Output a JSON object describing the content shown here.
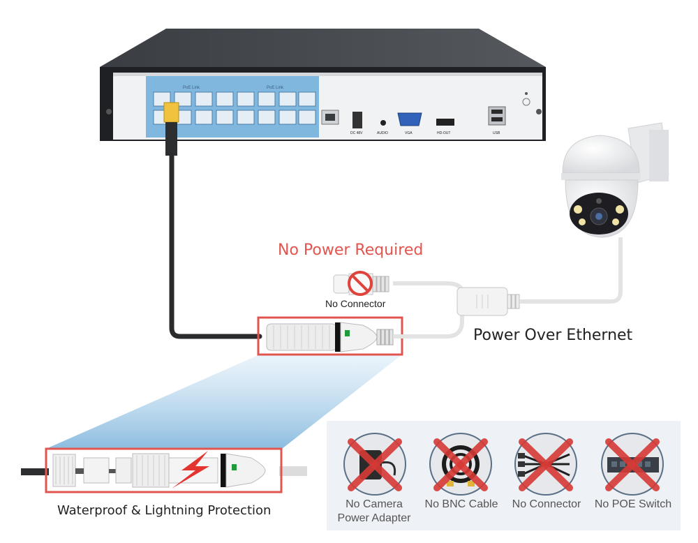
{
  "labels": {
    "no_power_required": "No Power Required",
    "no_connector_top": "No Connector",
    "power_over_ethernet": "Power Over Ethernet",
    "waterproof": "Waterproof & Lightning Protection"
  },
  "nvr_ports": {
    "poe_link_1": "PoE Link",
    "poe_link_2": "PoE Link",
    "dc": "DC 48V",
    "audio": "AUDIO",
    "vga": "VGA",
    "hdout": "HD-OUT",
    "usb": "USB"
  },
  "panel": {
    "items": [
      {
        "line1": "No Camera",
        "line2": "Power Adapter",
        "icon": "power-adapter-icon"
      },
      {
        "line1": "No BNC Cable",
        "line2": "",
        "icon": "bnc-cable-icon"
      },
      {
        "line1": "No Connector",
        "line2": "",
        "icon": "splitter-connector-icon"
      },
      {
        "line1": "No POE Switch",
        "line2": "",
        "icon": "poe-switch-icon"
      }
    ]
  },
  "colors": {
    "highlight_red": "#e2554f",
    "port_blue": "#7fb7de",
    "cross_red": "#d63a36",
    "beam_blue": "#9fc9e6"
  }
}
